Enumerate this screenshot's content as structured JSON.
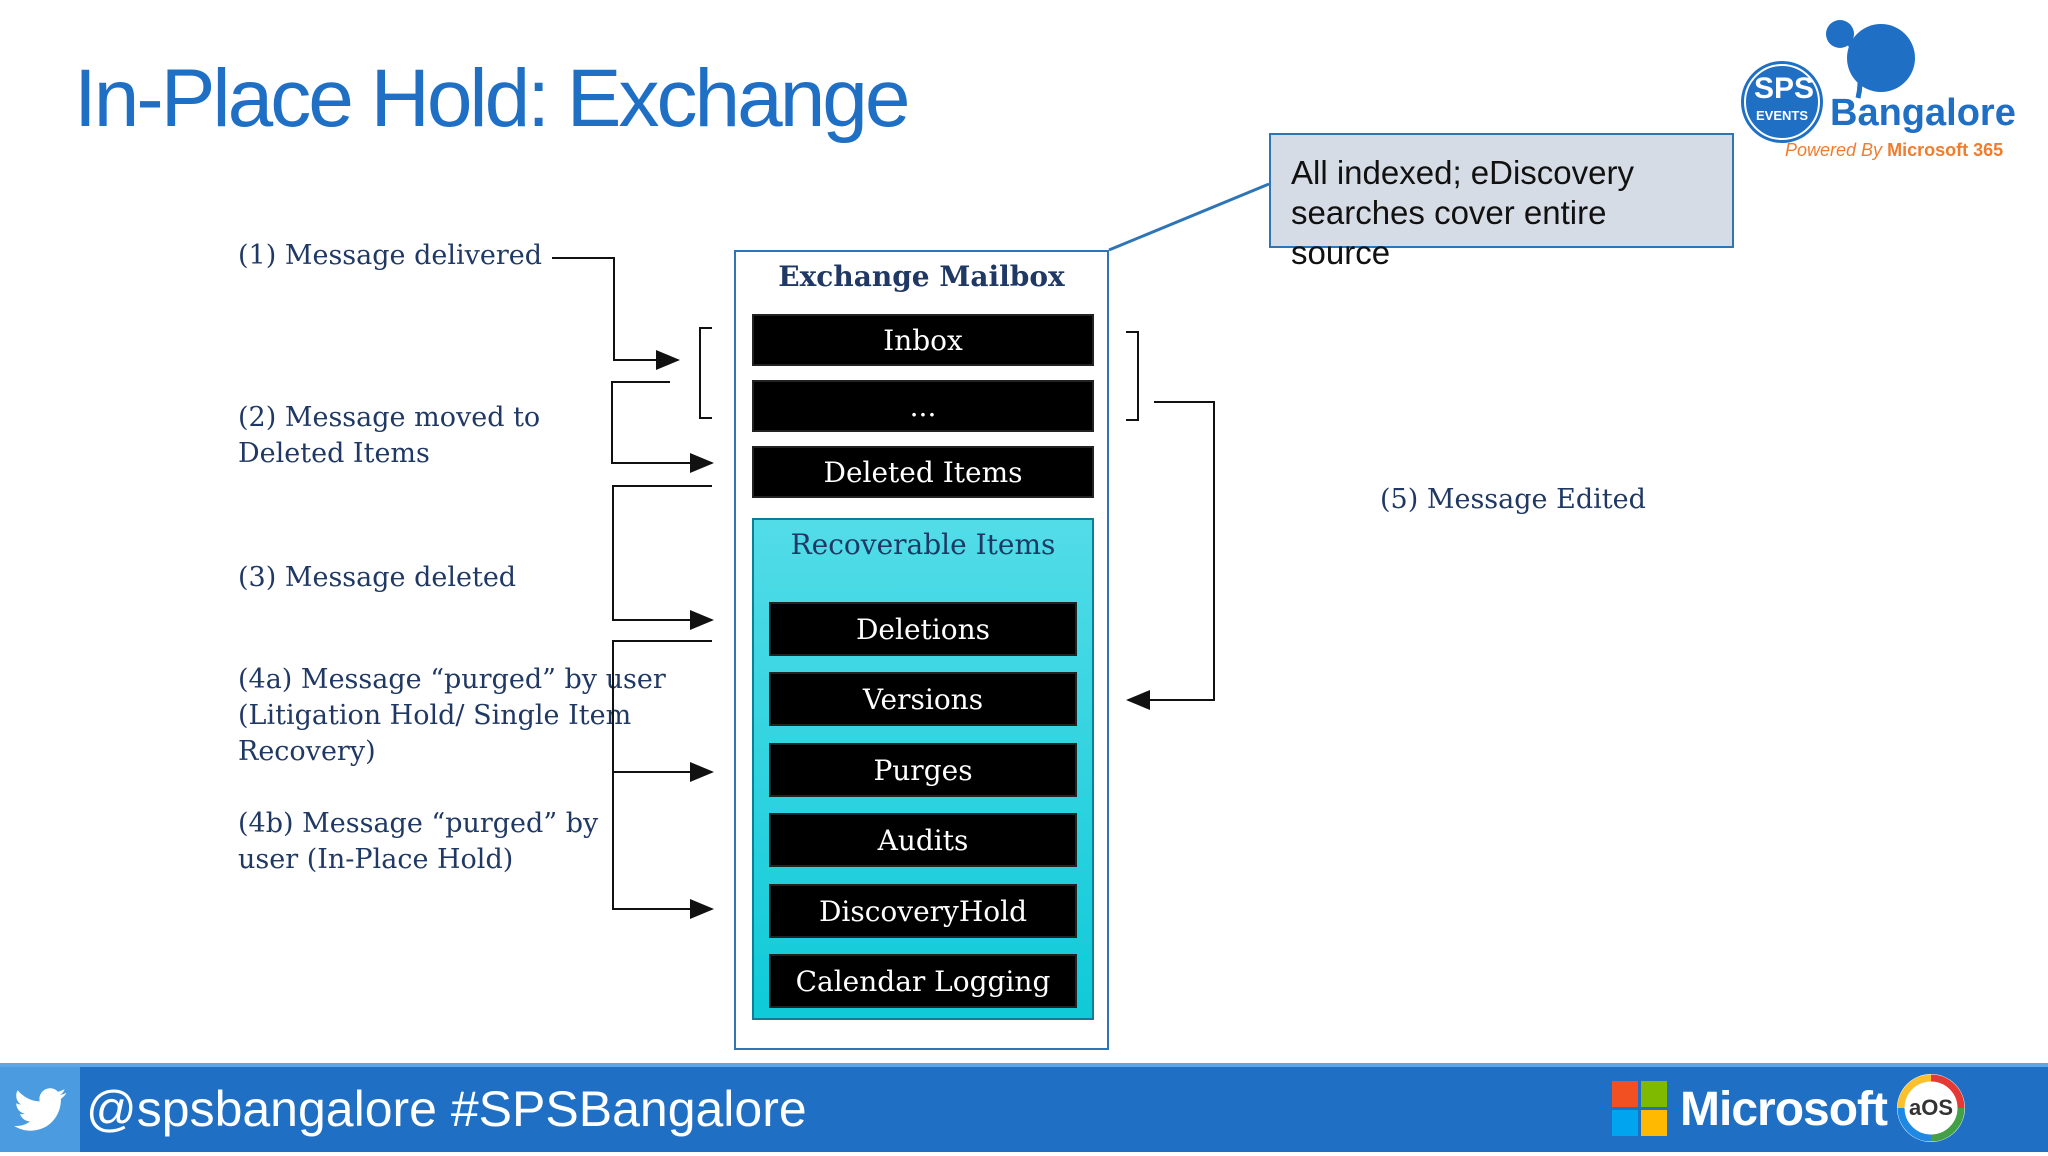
{
  "title": "In-Place Hold: Exchange",
  "steps": [
    {
      "id": "1",
      "text": "(1) Message delivered"
    },
    {
      "id": "2",
      "text": "(2) Message moved to\nDeleted Items"
    },
    {
      "id": "3",
      "text": "(3) Message deleted"
    },
    {
      "id": "4a",
      "text": "(4a) Message “purged” by user\n(Litigation Hold/ Single Item\nRecovery)"
    },
    {
      "id": "4b",
      "text": "(4b) Message “purged” by\nuser (In-Place Hold)"
    },
    {
      "id": "5",
      "text": "(5) Message Edited"
    }
  ],
  "mailbox": {
    "title": "Exchange Mailbox",
    "folders": [
      "Inbox",
      "...",
      "Deleted Items"
    ],
    "recoverable": {
      "title": "Recoverable Items",
      "subfolders": [
        "Deletions",
        "Versions",
        "Purges",
        "Audits",
        "DiscoveryHold",
        "Calendar Logging"
      ]
    }
  },
  "callout": "All indexed; eDiscovery searches cover entire source",
  "logo": {
    "sps": "SPS",
    "events": "EVENTS",
    "city": "Bangalore",
    "powered_prefix": "Powered By",
    "powered_brand": "Microsoft 365"
  },
  "footer": {
    "handle": "@spsbangalore #SPSBangalore",
    "microsoft": "Microsoft",
    "aos": "aOS"
  },
  "colors": {
    "title": "#1f6fc5",
    "footer": "#1f6fc5",
    "recoverable": "#19d0dc",
    "callout_bg": "#d6dce5",
    "step_text": "#1f3864",
    "accent_orange": "#f07c2c"
  }
}
